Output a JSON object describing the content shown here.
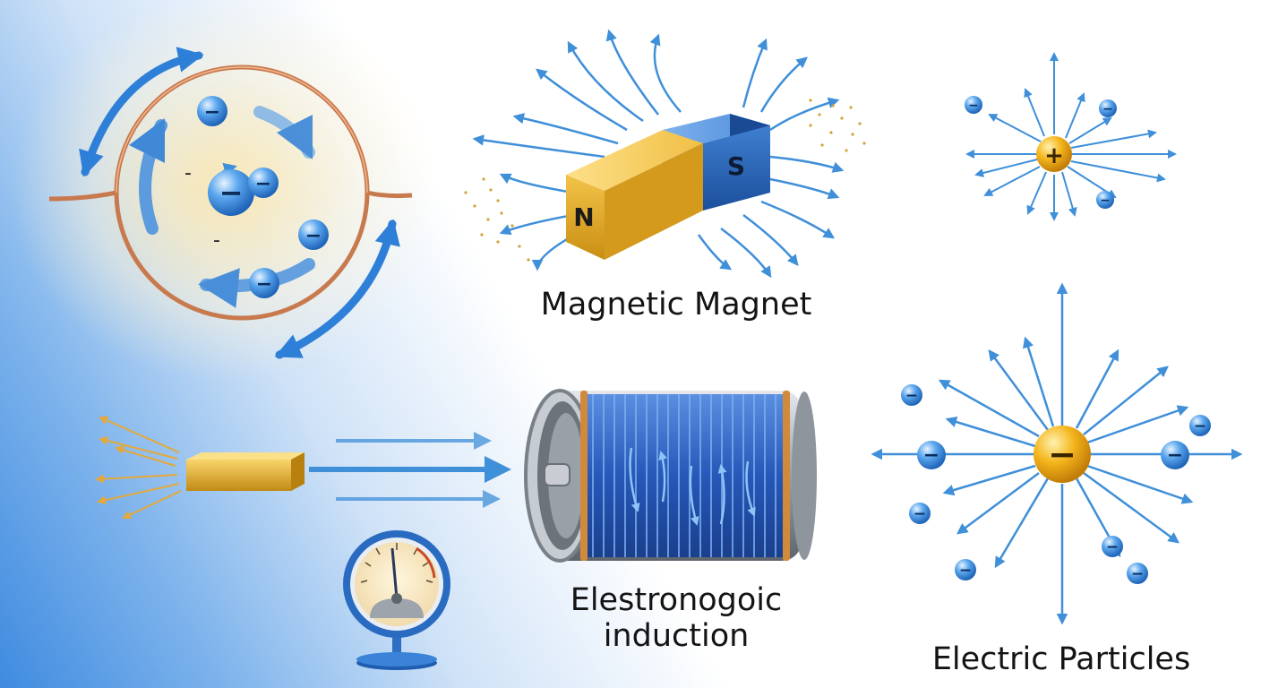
{
  "labels": {
    "magnet_caption": "Magnetic Magnet",
    "induction_caption_line1": "Elestronogoic",
    "induction_caption_line2": "induction",
    "particles_caption": "Electric Particles"
  },
  "magnet": {
    "north_pole": "N",
    "south_pole": "S"
  },
  "charges": {
    "positive_symbol": "+",
    "negative_symbol": "−",
    "stray_marks": [
      "-",
      "-"
    ]
  },
  "colors": {
    "field_arrow": "#3f8fd9",
    "electron": "#3b8ee0",
    "magnet_north": "#d9a21e",
    "magnet_south": "#1f5fb0",
    "copper": "#c8794e",
    "coil": "#2f63c8",
    "charge_core": "#f2b21a",
    "text": "#141414"
  }
}
